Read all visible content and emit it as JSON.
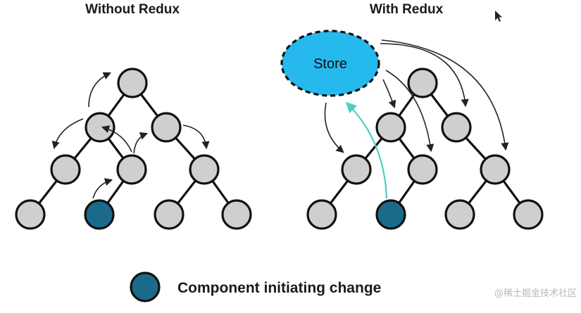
{
  "titles": {
    "left": "Without Redux",
    "right": "With Redux"
  },
  "store_label": "Store",
  "legend": {
    "label": "Component initiating change"
  },
  "watermark": "@稀土掘金技术社区",
  "colors": {
    "node_fill": "#cfcfcf",
    "initiating_node_fill": "#1b6a8c",
    "store_fill": "#26b9ee",
    "store_outline": "#111111",
    "update_arrow": "#4ccfbe",
    "edge": "#111111",
    "background": "#ffffff"
  }
}
